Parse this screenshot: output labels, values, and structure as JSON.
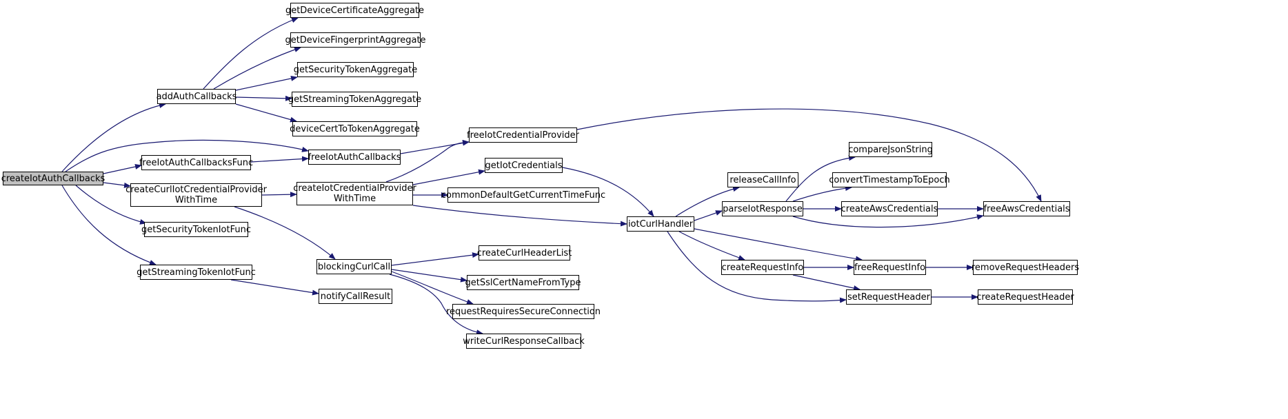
{
  "colors": {
    "edge": "#191970",
    "node_border": "#000000",
    "root_fill": "#bfbfbf",
    "node_fill": "#ffffff"
  },
  "nodes": [
    {
      "id": "createIotAuthCallbacks",
      "label": "createIotAuthCallbacks",
      "root": true
    },
    {
      "id": "addAuthCallbacks",
      "label": "addAuthCallbacks"
    },
    {
      "id": "getDeviceCertificateAggregate",
      "label": "getDeviceCertificateAggregate"
    },
    {
      "id": "getDeviceFingerprintAggregate",
      "label": "getDeviceFingerprintAggregate"
    },
    {
      "id": "getSecurityTokenAggregate",
      "label": "getSecurityTokenAggregate"
    },
    {
      "id": "getStreamingTokenAggregate",
      "label": "getStreamingTokenAggregate"
    },
    {
      "id": "deviceCertToTokenAggregate",
      "label": "deviceCertToTokenAggregate"
    },
    {
      "id": "freeIotAuthCallbacks",
      "label": "freeIotAuthCallbacks"
    },
    {
      "id": "freeIotAuthCallbacksFunc",
      "label": "freeIotAuthCallbacksFunc"
    },
    {
      "id": "createCurlIotCredentialProviderWithTime",
      "label": "createCurlIotCredentialProvider",
      "label2": "WithTime"
    },
    {
      "id": "getSecurityTokenIotFunc",
      "label": "getSecurityTokenIotFunc"
    },
    {
      "id": "getStreamingTokenIotFunc",
      "label": "getStreamingTokenIotFunc"
    },
    {
      "id": "notifyCallResult",
      "label": "notifyCallResult"
    },
    {
      "id": "createIotCredentialProviderWithTime",
      "label": "createIotCredentialProvider",
      "label2": "WithTime"
    },
    {
      "id": "blockingCurlCall",
      "label": "blockingCurlCall"
    },
    {
      "id": "freeIotCredentialProvider",
      "label": "freeIotCredentialProvider"
    },
    {
      "id": "getIotCredentials",
      "label": "getIotCredentials"
    },
    {
      "id": "commonDefaultGetCurrentTimeFunc",
      "label": "commonDefaultGetCurrentTimeFunc"
    },
    {
      "id": "createCurlHeaderList",
      "label": "createCurlHeaderList"
    },
    {
      "id": "getSslCertNameFromType",
      "label": "getSslCertNameFromType"
    },
    {
      "id": "requestRequiresSecureConnection",
      "label": "requestRequiresSecureConnection"
    },
    {
      "id": "writeCurlResponseCallback",
      "label": "writeCurlResponseCallback"
    },
    {
      "id": "iotCurlHandler",
      "label": "iotCurlHandler"
    },
    {
      "id": "releaseCallInfo",
      "label": "releaseCallInfo"
    },
    {
      "id": "parseIotResponse",
      "label": "parseIotResponse"
    },
    {
      "id": "createRequestInfo",
      "label": "createRequestInfo"
    },
    {
      "id": "compareJsonString",
      "label": "compareJsonString"
    },
    {
      "id": "convertTimestampToEpoch",
      "label": "convertTimestampToEpoch"
    },
    {
      "id": "createAwsCredentials",
      "label": "createAwsCredentials"
    },
    {
      "id": "freeAwsCredentials",
      "label": "freeAwsCredentials"
    },
    {
      "id": "freeRequestInfo",
      "label": "freeRequestInfo"
    },
    {
      "id": "setRequestHeader",
      "label": "setRequestHeader"
    },
    {
      "id": "removeRequestHeaders",
      "label": "removeRequestHeaders"
    },
    {
      "id": "createRequestHeader",
      "label": "createRequestHeader"
    }
  ],
  "edges": [
    [
      "createIotAuthCallbacks",
      "addAuthCallbacks"
    ],
    [
      "createIotAuthCallbacks",
      "freeIotAuthCallbacks"
    ],
    [
      "createIotAuthCallbacks",
      "freeIotAuthCallbacksFunc"
    ],
    [
      "createIotAuthCallbacks",
      "createCurlIotCredentialProviderWithTime"
    ],
    [
      "createIotAuthCallbacks",
      "getSecurityTokenIotFunc"
    ],
    [
      "createIotAuthCallbacks",
      "getStreamingTokenIotFunc"
    ],
    [
      "addAuthCallbacks",
      "getDeviceCertificateAggregate"
    ],
    [
      "addAuthCallbacks",
      "getDeviceFingerprintAggregate"
    ],
    [
      "addAuthCallbacks",
      "getSecurityTokenAggregate"
    ],
    [
      "addAuthCallbacks",
      "getStreamingTokenAggregate"
    ],
    [
      "addAuthCallbacks",
      "deviceCertToTokenAggregate"
    ],
    [
      "freeIotAuthCallbacksFunc",
      "freeIotAuthCallbacks"
    ],
    [
      "freeIotAuthCallbacks",
      "freeIotCredentialProvider"
    ],
    [
      "createCurlIotCredentialProviderWithTime",
      "createIotCredentialProviderWithTime"
    ],
    [
      "createCurlIotCredentialProviderWithTime",
      "blockingCurlCall"
    ],
    [
      "getStreamingTokenIotFunc",
      "notifyCallResult"
    ],
    [
      "createIotCredentialProviderWithTime",
      "freeIotCredentialProvider"
    ],
    [
      "createIotCredentialProviderWithTime",
      "getIotCredentials"
    ],
    [
      "createIotCredentialProviderWithTime",
      "commonDefaultGetCurrentTimeFunc"
    ],
    [
      "createIotCredentialProviderWithTime",
      "iotCurlHandler"
    ],
    [
      "freeIotCredentialProvider",
      "freeAwsCredentials"
    ],
    [
      "getIotCredentials",
      "iotCurlHandler"
    ],
    [
      "blockingCurlCall",
      "createCurlHeaderList"
    ],
    [
      "blockingCurlCall",
      "getSslCertNameFromType"
    ],
    [
      "blockingCurlCall",
      "requestRequiresSecureConnection"
    ],
    [
      "blockingCurlCall",
      "writeCurlResponseCallback"
    ],
    [
      "iotCurlHandler",
      "releaseCallInfo"
    ],
    [
      "iotCurlHandler",
      "parseIotResponse"
    ],
    [
      "iotCurlHandler",
      "createRequestInfo"
    ],
    [
      "iotCurlHandler",
      "freeRequestInfo"
    ],
    [
      "iotCurlHandler",
      "setRequestHeader"
    ],
    [
      "parseIotResponse",
      "compareJsonString"
    ],
    [
      "parseIotResponse",
      "convertTimestampToEpoch"
    ],
    [
      "parseIotResponse",
      "createAwsCredentials"
    ],
    [
      "parseIotResponse",
      "freeAwsCredentials"
    ],
    [
      "createAwsCredentials",
      "freeAwsCredentials"
    ],
    [
      "createRequestInfo",
      "freeRequestInfo"
    ],
    [
      "createRequestInfo",
      "setRequestHeader"
    ],
    [
      "freeRequestInfo",
      "removeRequestHeaders"
    ],
    [
      "setRequestHeader",
      "createRequestHeader"
    ]
  ]
}
